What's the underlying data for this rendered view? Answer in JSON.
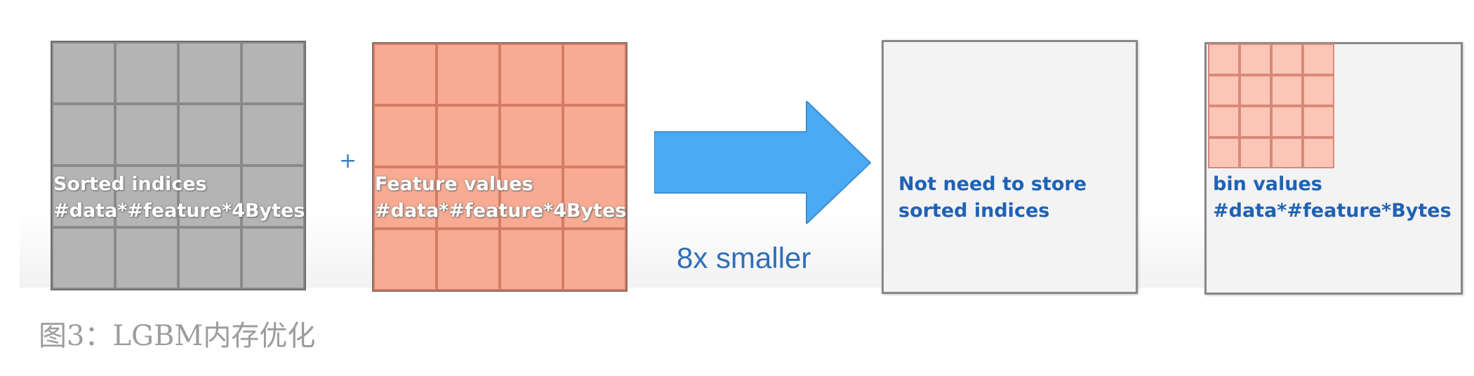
{
  "diagram": {
    "left_block": {
      "line1": "Sorted indices",
      "line2": "#data*#feature*4Bytes"
    },
    "plus": "+",
    "middle_block": {
      "line1": "Feature values",
      "line2": "#data*#feature*4Bytes"
    },
    "arrow_caption": "8x smaller",
    "right_box_1": {
      "line1": "Not need to store",
      "line2": "sorted indices"
    },
    "right_box_2": {
      "line1": "bin values",
      "line2": "#data*#feature*Bytes"
    },
    "colors": {
      "gray_cell": "#b4b4b4",
      "orange_cell": "#f8ab92",
      "light_orange_cell": "#fbc6b5",
      "arrow": "#4aaaf3",
      "text_blue": "#1f62b5"
    }
  },
  "caption": "图3：LGBM内存优化"
}
